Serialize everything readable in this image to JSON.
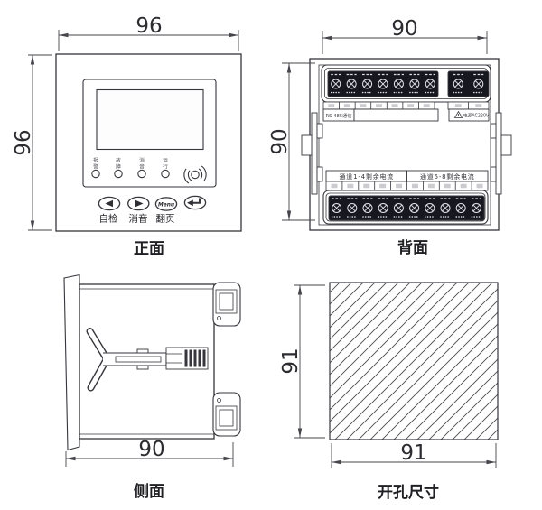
{
  "page": {
    "background": "#ffffff",
    "line_color": "#36363c",
    "dark_fill": "#17171f"
  },
  "front_view": {
    "caption": "正面",
    "dim_width": "96",
    "dim_height": "96",
    "leds": [
      {
        "top": "报",
        "bottom": "警"
      },
      {
        "top": "故",
        "bottom": "障"
      },
      {
        "top": "消",
        "bottom": "音"
      },
      {
        "top": "运",
        "bottom": "行"
      }
    ],
    "buttons": [
      {
        "glyph": "◀",
        "label": "自检"
      },
      {
        "glyph": "▶",
        "label": "消音"
      },
      {
        "glyph": "Menu",
        "label": "翻页"
      },
      {
        "glyph": "⏎",
        "label": ""
      }
    ]
  },
  "back_view": {
    "caption": "背面",
    "dim_width": "90",
    "dim_height": "90",
    "comm_label": "RS-485通信",
    "power_label": "电源AC220V",
    "channel_label_left": "通道1-4剩余电流",
    "channel_label_right": "通道5-8剩余电流",
    "top_terminal_count_left": 7,
    "top_terminal_count_right": 2,
    "bottom_terminal_count": 10
  },
  "side_view": {
    "caption": "侧面",
    "dim_depth": "90"
  },
  "cutout_view": {
    "caption": "开孔尺寸",
    "dim_width": "91",
    "dim_height": "91"
  }
}
